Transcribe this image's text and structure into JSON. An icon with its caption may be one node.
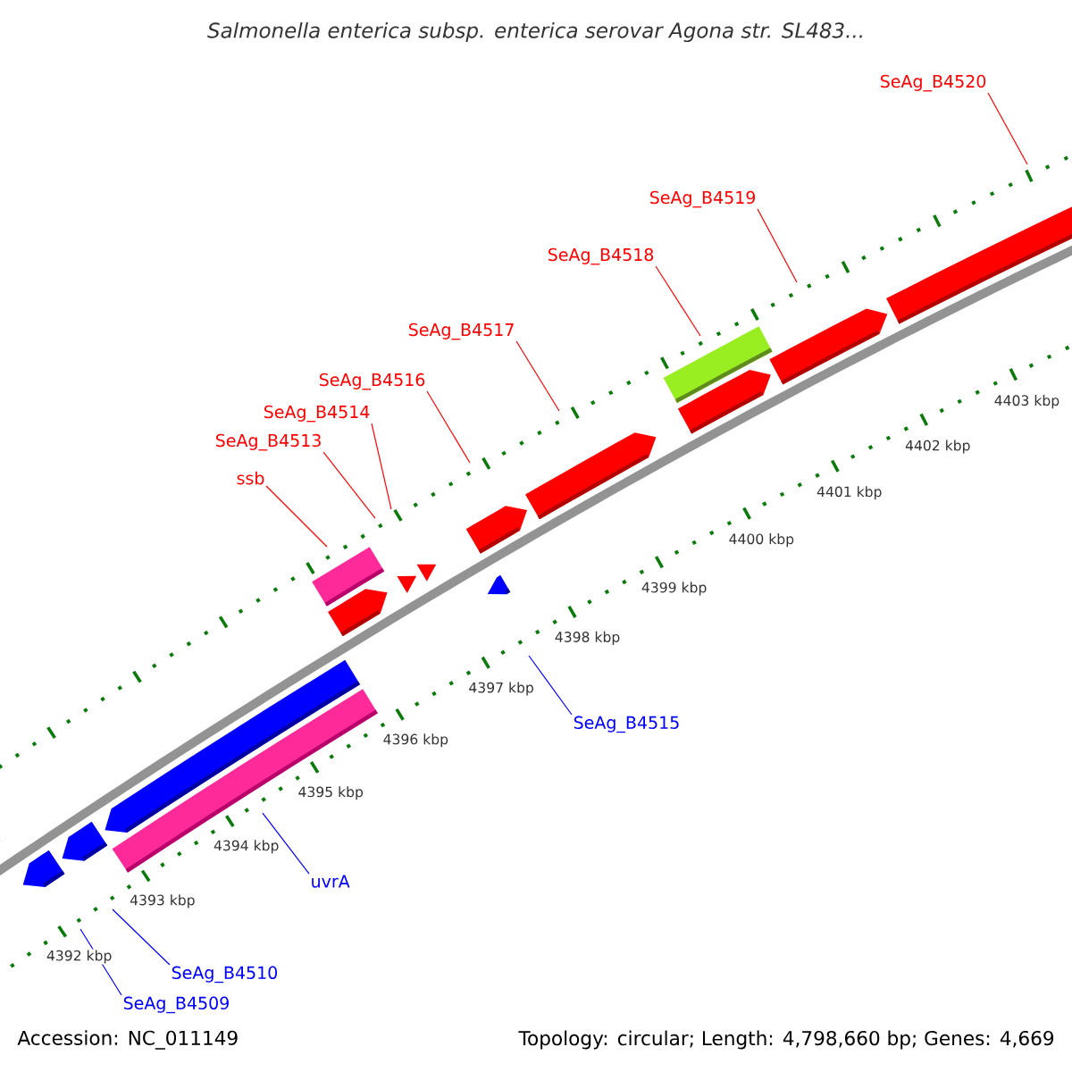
{
  "diagram": {
    "title": "Salmonella enterica subsp. enterica serovar Agona str. SL483...",
    "nodes": [
      {
        "text": [
          "SeAg_B4520"
        ]
      },
      {
        "text": [
          "SeAg_B4519"
        ]
      },
      {
        "text": [
          "SeAg_B4518"
        ]
      },
      {
        "text": [
          "SeAg_B4517"
        ]
      },
      {
        "text": [
          "SeAg_B4516"
        ]
      },
      {
        "text": [
          "SeAg_B4514"
        ]
      },
      {
        "text": [
          "SeAg_B4513"
        ]
      },
      {
        "text": [
          "ssb"
        ]
      },
      {
        "text": [
          "SeAg_B4515"
        ]
      },
      {
        "text": [
          "uvrA"
        ]
      },
      {
        "text": [
          "SeAg_B4510"
        ]
      },
      {
        "text": [
          "SeAg_B4509"
        ]
      }
    ],
    "edges": [
      {
        "from": 0,
        "to": null,
        "arrow": "none"
      },
      {
        "from": 1,
        "to": null,
        "arrow": "none"
      },
      {
        "from": 2,
        "to": null,
        "arrow": "none"
      },
      {
        "from": 3,
        "to": null,
        "arrow": "none"
      },
      {
        "from": 4,
        "to": null,
        "arrow": "none"
      },
      {
        "from": 5,
        "to": null,
        "arrow": "none"
      },
      {
        "from": 6,
        "to": null,
        "arrow": "none"
      },
      {
        "from": 7,
        "to": null,
        "arrow": "none"
      },
      {
        "from": 8,
        "to": null,
        "arrow": "none",
        "color": "#0000ff"
      },
      {
        "from": 9,
        "to": null,
        "arrow": "none",
        "color": "#0000ff"
      },
      {
        "from": 10,
        "to": null,
        "arrow": "none",
        "color": "#0000ff"
      },
      {
        "from": 11,
        "to": null,
        "arrow": "none",
        "color": "#0000ff"
      }
    ],
    "labels": [
      "4403 kbp",
      "4402 kbp",
      "4401 kbp",
      "4400 kbp",
      "4399 kbp",
      "4398 kbp",
      "4397 kbp",
      "4396 kbp",
      "4395 kbp",
      "4394 kbp",
      "4393 kbp",
      "4392 kbp",
      "Accession: NC_011149",
      "Topology: circular; Length: 4,798,660 bp; Genes: 4,669"
    ]
  }
}
